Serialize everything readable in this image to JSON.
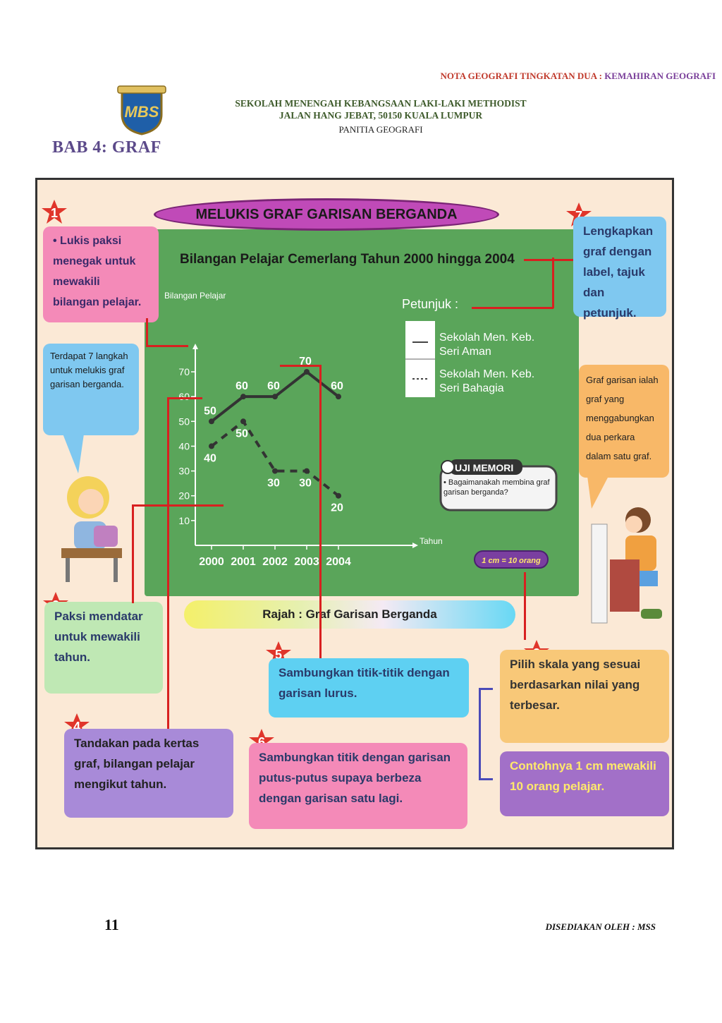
{
  "header": {
    "note_prefix": "NOTA GEOGRAFI TINGKATAN DUA : ",
    "note_topic": "KEMAHIRAN GEOGRAFI",
    "school_line1": "SEKOLAH MENENGAH KEBANGSAAN LAKI-LAKI METHODIST",
    "school_line2": "JALAN HANG JEBAT, 50150 KUALA LUMPUR",
    "panitia": "PANITIA GEOGRAFI",
    "chapter": "BAB 4: GRAF"
  },
  "logo": {
    "text": "MBS"
  },
  "poster": {
    "title": "MELUKIS GRAF GARISAN BERGANDA",
    "caption": "Rajah : Graf Garisan Berganda",
    "intro": "Terdapat 7 langkah untuk melukis graf garisan berganda.",
    "definition": "Graf garisan ialah graf yang menggabungkan dua perkara dalam satu graf.",
    "uji_title": "UJI MEMORI",
    "uji_question": "• Bagaimanakah membina graf garisan berganda?",
    "steps": [
      {
        "num": "1",
        "text": "• Lukis paksi menegak untuk mewakili bilangan pelajar."
      },
      {
        "num": "2",
        "text": "Paksi mendatar untuk mewakili tahun."
      },
      {
        "num": "3",
        "text": "Pilih skala yang sesuai berdasarkan nilai yang terbesar."
      },
      {
        "num": "4",
        "text": "Tandakan pada kertas graf, bilangan pelajar mengikut tahun."
      },
      {
        "num": "5",
        "text": "Sambungkan titik-titik dengan garisan lurus."
      },
      {
        "num": "6",
        "text": "Sambungkan titik dengan garisan putus-putus supaya berbeza dengan garisan satu lagi."
      },
      {
        "num": "7",
        "text": "Lengkapkan graf dengan label, tajuk dan petunjuk."
      }
    ],
    "example": "Contohnya 1 cm mewakili 10 orang pelajar."
  },
  "chart_data": {
    "type": "line",
    "title": "Bilangan Pelajar Cemerlang Tahun 2000 hingga 2004",
    "ylabel": "Bilangan Pelajar",
    "xlabel": "Tahun",
    "categories": [
      "2000",
      "2001",
      "2002",
      "2003",
      "2004"
    ],
    "yticks": [
      10,
      20,
      30,
      40,
      50,
      60,
      70
    ],
    "ylim": [
      0,
      70
    ],
    "legend_title": "Petunjuk :",
    "scale_label": "1 cm = 10 orang",
    "series": [
      {
        "name": "Sekolah Men. Keb. Seri Aman",
        "values": [
          50,
          60,
          60,
          70,
          60
        ],
        "style": "solid"
      },
      {
        "name": "Sekolah Men. Keb. Seri Bahagia",
        "values": [
          40,
          50,
          30,
          30,
          20
        ],
        "style": "dashed"
      }
    ],
    "colors": {
      "line": "#333333",
      "board": "#5aa55a",
      "text": "#ffffff"
    }
  },
  "footer": {
    "page_number": "11",
    "credit": "DISEDIAKAN OLEH : MSS"
  }
}
